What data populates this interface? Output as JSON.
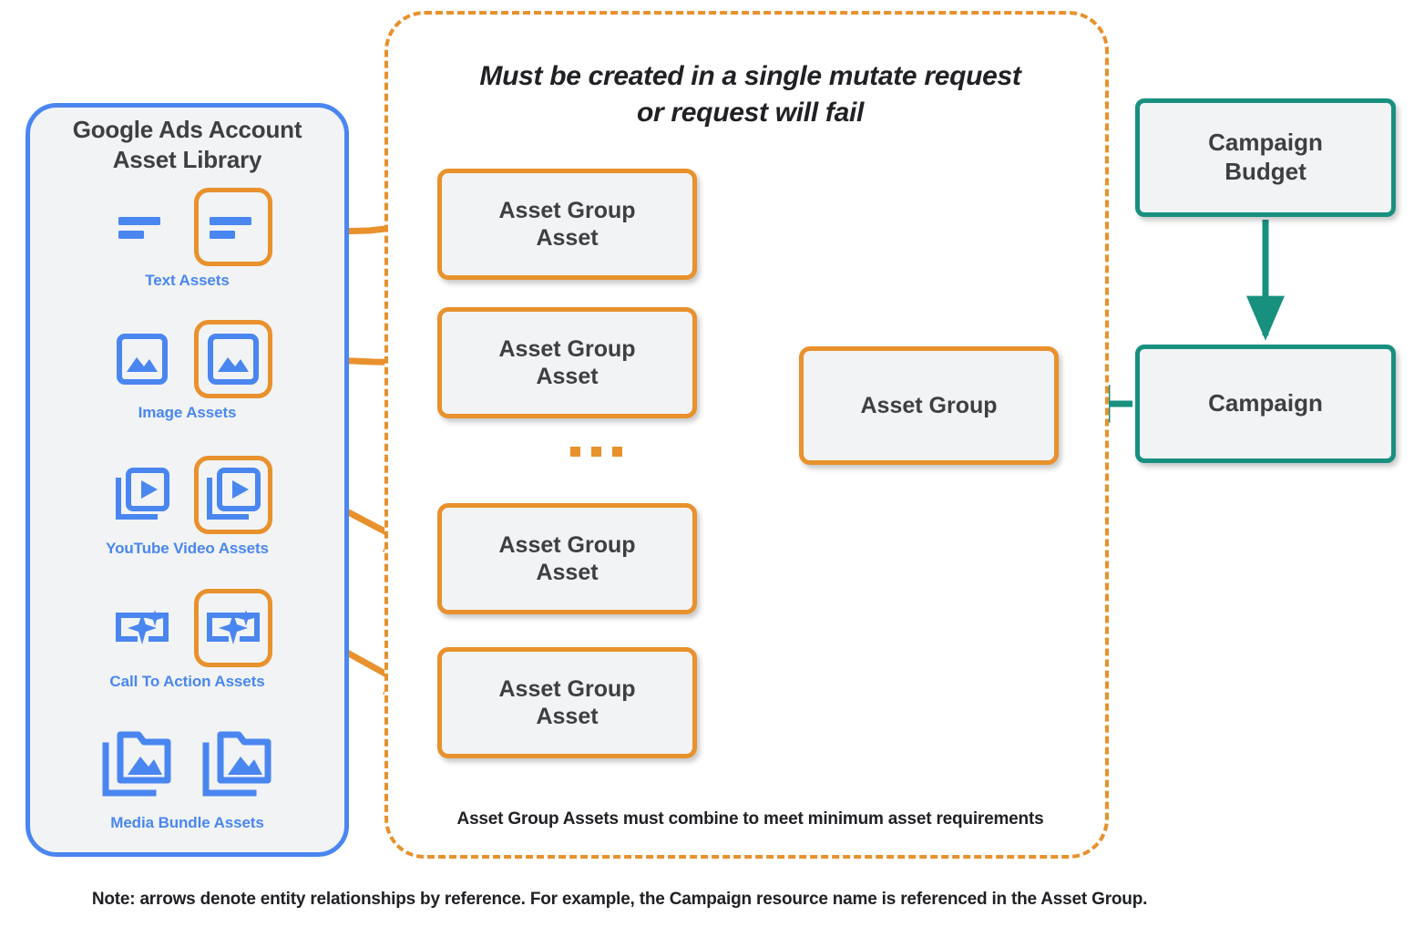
{
  "diagram": {
    "title_note": "Note: arrows denote entity relationships by reference. For example, the Campaign resource name is referenced in the Asset Group.",
    "colors": {
      "orange": "#e8912d",
      "blue": "#4a86f0",
      "teal": "#18907f",
      "node_fill": "#f1f3f4",
      "text_dark": "#3c4043"
    }
  },
  "asset_library": {
    "title": "Google Ads Account\nAsset Library",
    "title_line1": "Google Ads Account",
    "title_line2": "Asset Library",
    "rows": [
      {
        "caption": "Text Assets",
        "icon": "text-lines-icon",
        "highlighted": true
      },
      {
        "caption": "Image Assets",
        "icon": "image-icon",
        "highlighted": true
      },
      {
        "caption": "YouTube Video  Assets",
        "icon": "video-play-stack-icon",
        "highlighted": true
      },
      {
        "caption": "Call To Action Assets",
        "icon": "sparkle-button-icon",
        "highlighted": true
      },
      {
        "caption": "Media Bundle  Assets",
        "icon": "folder-image-stack-icon",
        "highlighted": false
      }
    ]
  },
  "mutate_container": {
    "heading_line1": "Must be created in a single mutate request",
    "heading_line2": "or request will fail",
    "footer_note": "Asset Group Assets must combine to meet minimum asset requirements",
    "ellipsis": "...",
    "asset_group_assets": [
      {
        "label_line1": "Asset Group",
        "label_line2": "Asset"
      },
      {
        "label_line1": "Asset Group",
        "label_line2": "Asset"
      },
      {
        "label_line1": "Asset Group",
        "label_line2": "Asset"
      },
      {
        "label_line1": "Asset Group",
        "label_line2": "Asset"
      }
    ]
  },
  "nodes": {
    "asset_group": "Asset Group",
    "campaign_budget_line1": "Campaign",
    "campaign_budget_line2": "Budget",
    "campaign": "Campaign"
  }
}
